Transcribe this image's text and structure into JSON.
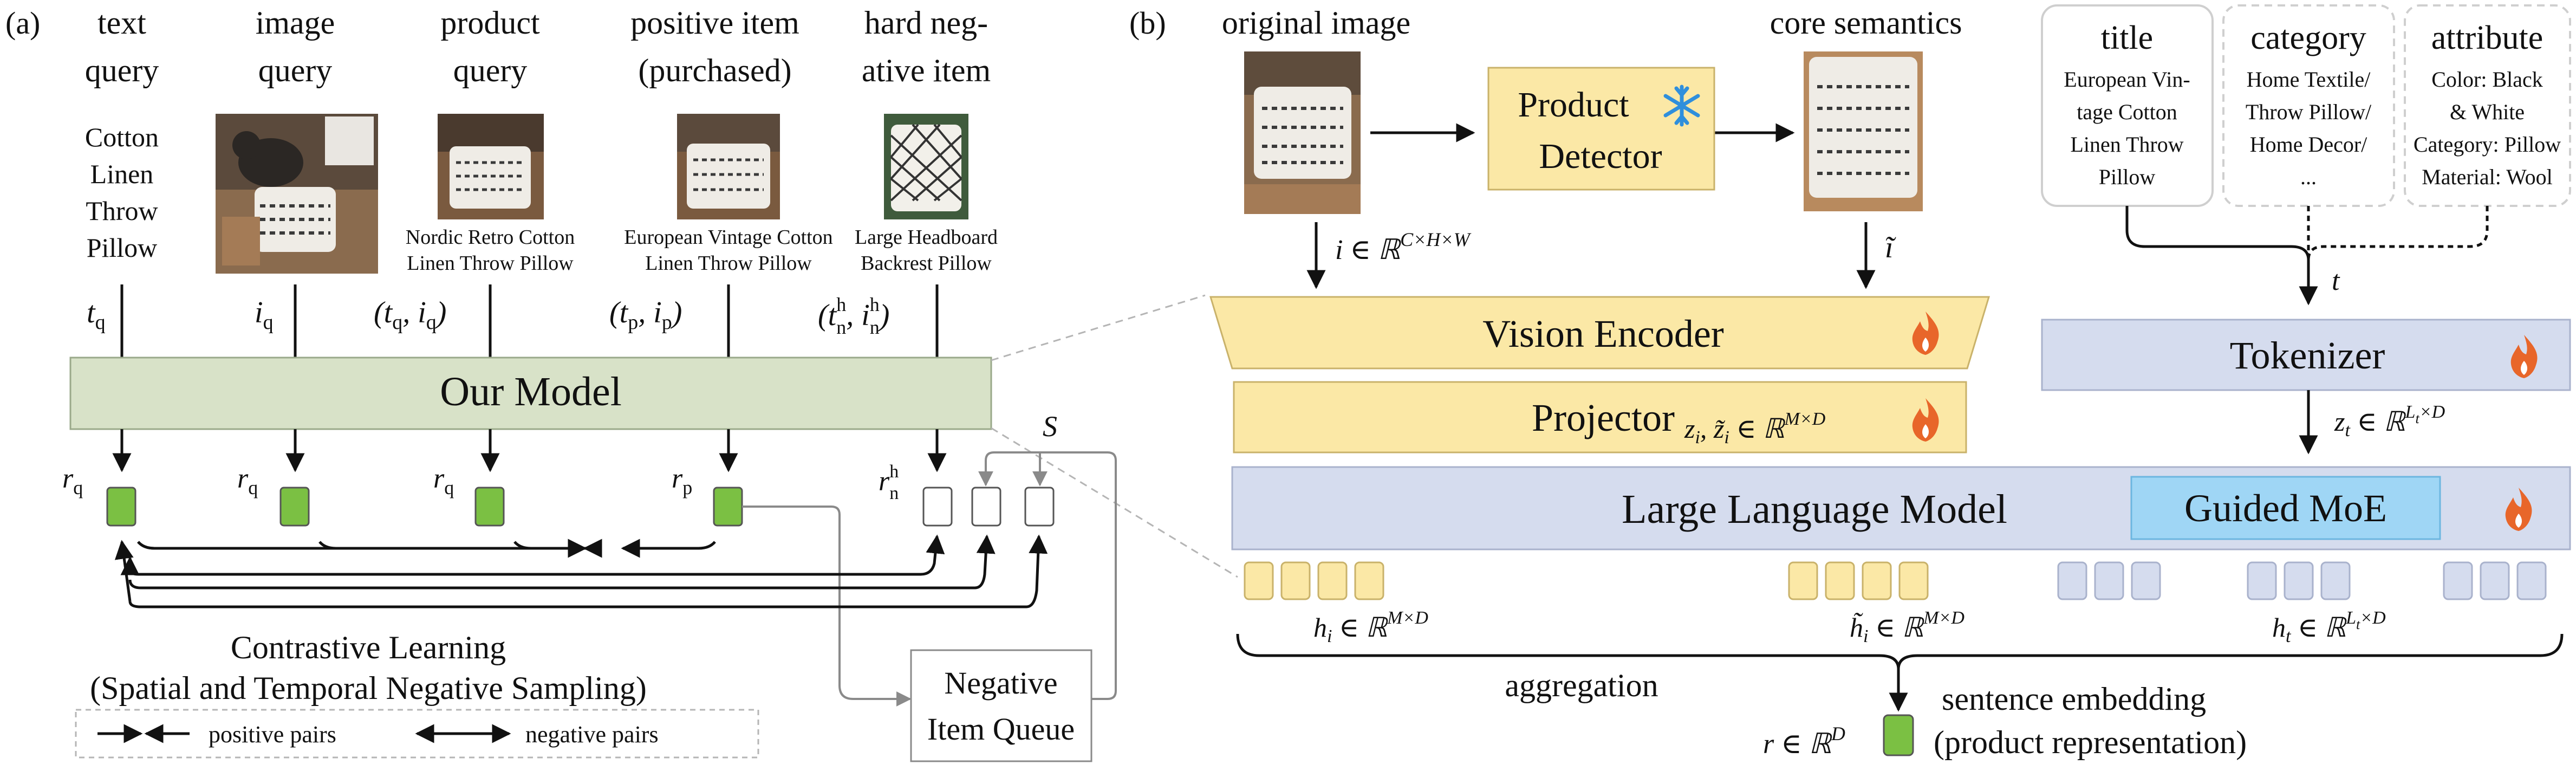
{
  "panel_a": {
    "label": "(a)",
    "columns": [
      {
        "header_lines": [
          "text",
          "query"
        ],
        "body_lines": [
          "Cotton",
          "Linen",
          "Throw",
          "Pillow"
        ],
        "symbol": "t_q"
      },
      {
        "header_lines": [
          "image",
          "query"
        ],
        "image_icon": "cat-sofa-pillow-photo",
        "symbol": "i_q"
      },
      {
        "header_lines": [
          "product",
          "query"
        ],
        "image_icon": "pillow-on-chair-photo",
        "caption_lines": [
          "Nordic Retro Cotton",
          "Linen Throw Pillow"
        ],
        "symbol": "(t_q, i_q)"
      },
      {
        "header_lines": [
          "positive item",
          "(purchased)"
        ],
        "image_icon": "pillow-on-chair-photo",
        "caption_lines": [
          "European Vintage Cotton",
          "Linen Throw Pillow"
        ],
        "symbol": "(t_p, i_p)"
      },
      {
        "header_lines": [
          "hard neg-",
          "ative item"
        ],
        "image_icon": "diamond-pattern-pillow-photo",
        "caption_lines": [
          "Large Headboard",
          "Backrest Pillow"
        ],
        "symbol": "(t_n^h, i_n^h)"
      }
    ],
    "model_label": "Our Model",
    "rep_labels": [
      "r_q",
      "r_q",
      "r_q",
      "r_p",
      "r_n^h"
    ],
    "s_label": "S",
    "loss_lines": [
      "Contrastive Learning",
      "(Spatial and Temporal Negative Sampling)"
    ],
    "queue_lines": [
      "Negative",
      "Item Queue"
    ],
    "legend": {
      "positive": "positive pairs",
      "negative": "negative pairs"
    }
  },
  "panel_b": {
    "label": "(b)",
    "original_image_label": "original image",
    "core_semantics_label": "core semantics",
    "detector_lines": [
      "Product",
      "Detector"
    ],
    "frozen_icon": "snowflake-icon",
    "trainable_icon": "flame-icon",
    "input_i": "i ∈ ℝ^{C×H×W}",
    "input_i_tilde": "ĩ",
    "vision_encoder": "Vision Encoder",
    "projector": "Projector",
    "projector_out": "z_i, z̃_i ∈ ℝ^{M×D}",
    "text_boxes": [
      {
        "title": "title",
        "lines": [
          "European Vin-",
          "tage Cotton",
          "Linen Throw",
          "Pillow"
        ]
      },
      {
        "title": "category",
        "lines": [
          "Home Textile/",
          "Throw Pillow/",
          "Home Decor/",
          "..."
        ]
      },
      {
        "title": "attribute",
        "lines": [
          "Color: Black",
          "& White",
          "Category: Pillow",
          "Material: Wool"
        ]
      }
    ],
    "t_label": "t",
    "tokenizer": "Tokenizer",
    "tokenizer_out": "z_t ∈ ℝ^{L_t×D}",
    "llm": "Large Language Model",
    "moe": "Guided MoE",
    "h_i": "h_i ∈ ℝ^{M×D}",
    "h_i_tilde": "h̃_i ∈ ℝ^{M×D}",
    "h_t": "h_t ∈ ℝ^{L_t×D}",
    "aggregation": "aggregation",
    "output_r": "r ∈ ℝ^D",
    "embedding_lines": [
      "sentence embedding",
      "(product representation)"
    ]
  },
  "colors": {
    "model_green": "#d8e2c8",
    "rep_green": "#7bc043",
    "yellow": "#fbe8a6",
    "lavender": "#d5dcee",
    "moe_blue": "#9fd6f5",
    "flame": "#e8662a",
    "snow": "#2f8fdc"
  }
}
